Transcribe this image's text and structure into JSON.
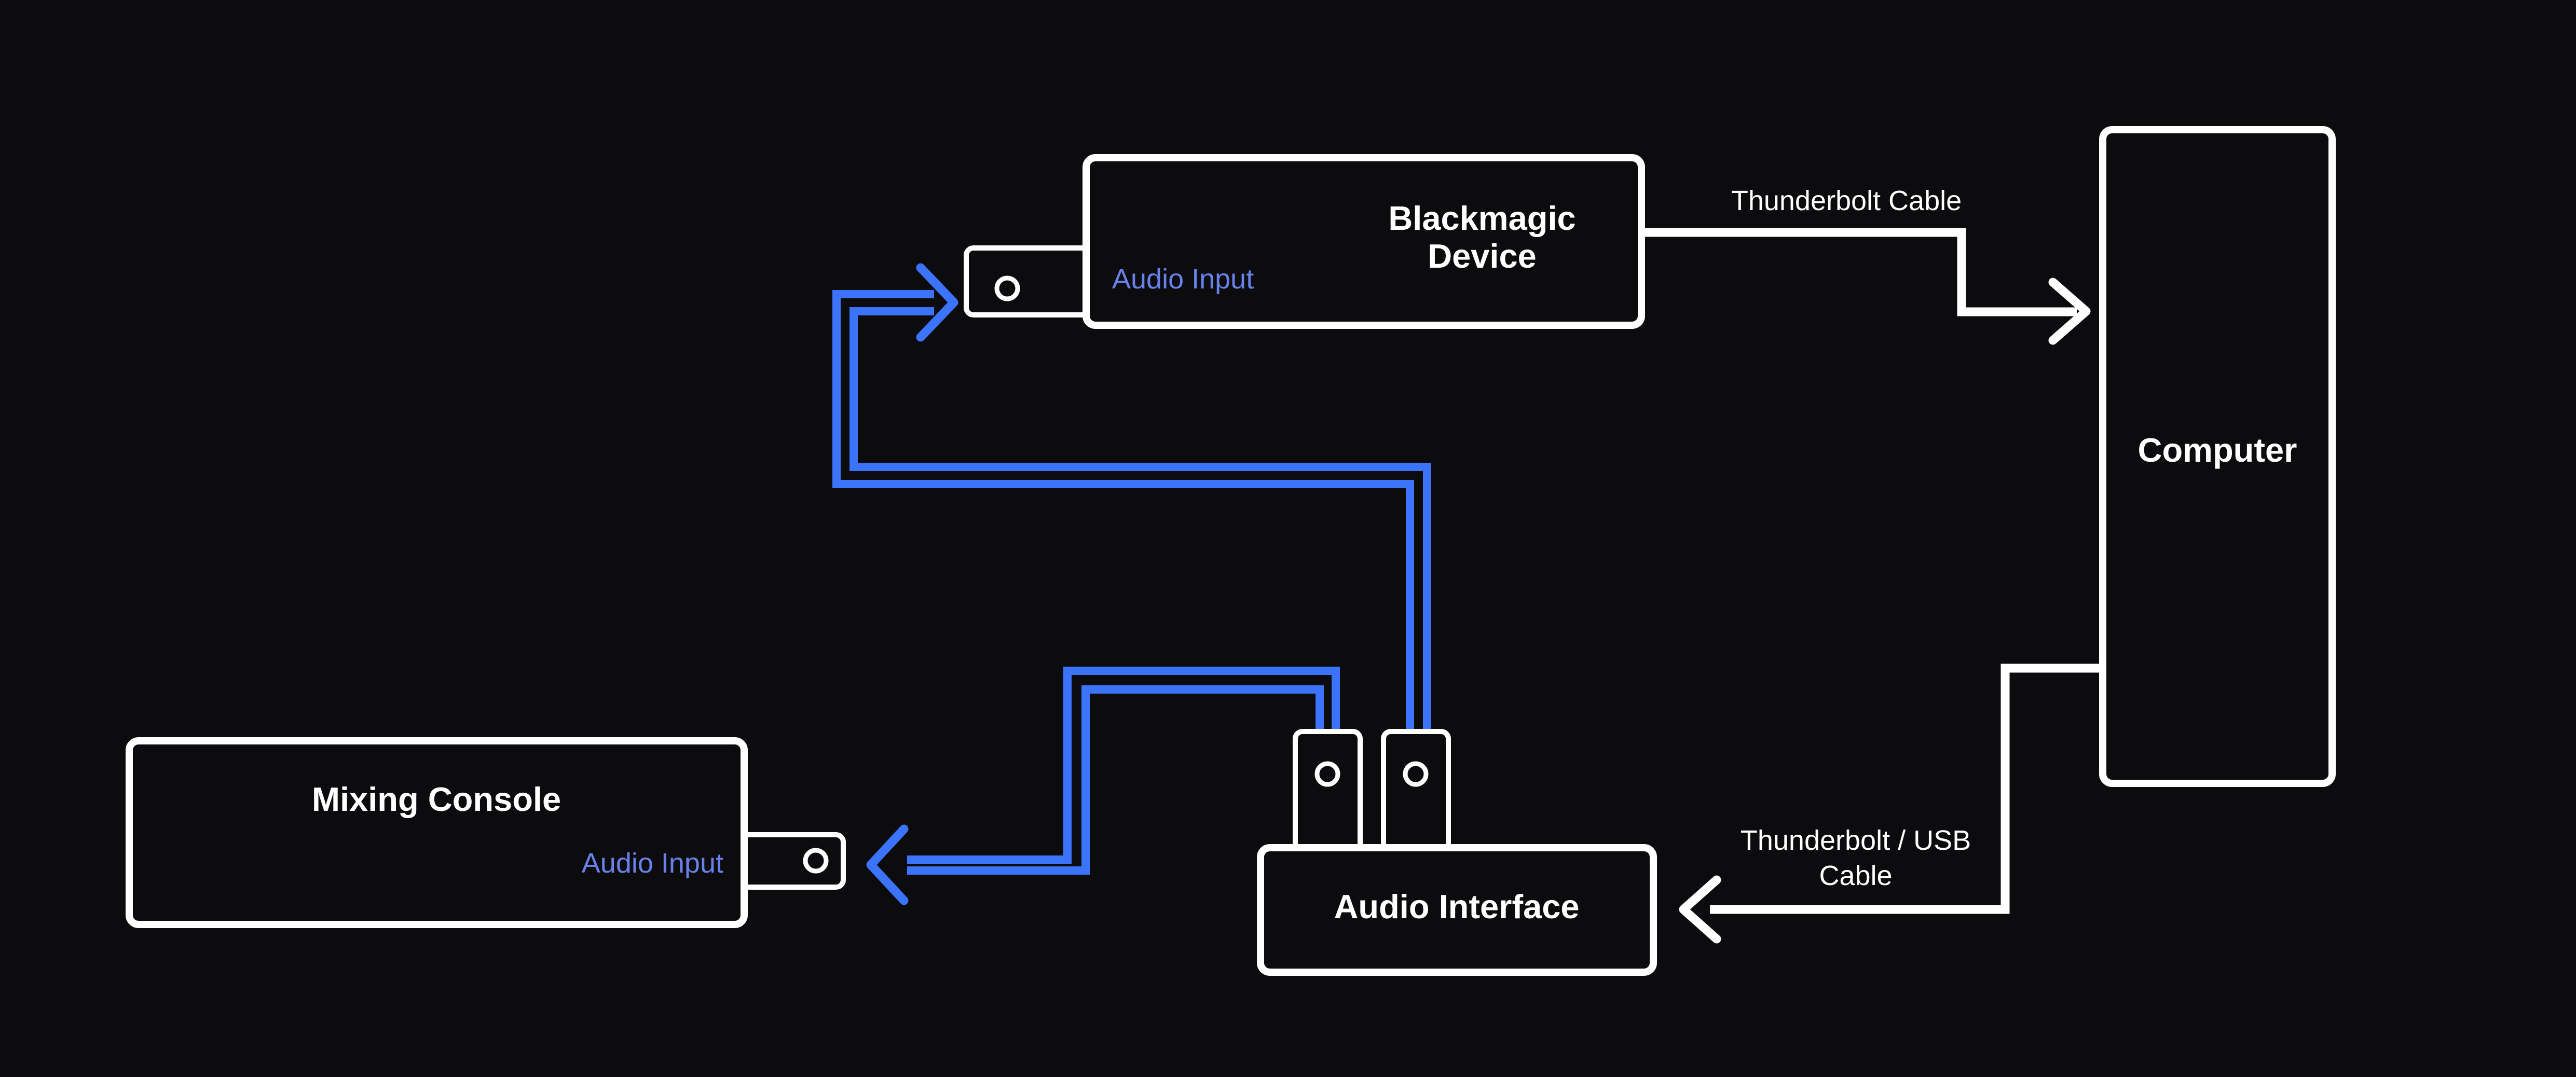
{
  "colors": {
    "background": "#0c0c0e",
    "cable_blue": "#3B73FA",
    "port_label_blue": "#6982EB",
    "cable_white": "#FFFFFF"
  },
  "nodes": {
    "blackmagic": {
      "title_line1": "Blackmagic",
      "title_line2": "Device",
      "port_label": "Audio Input"
    },
    "computer": {
      "title": "Computer"
    },
    "audio_interface": {
      "title": "Audio Interface"
    },
    "mixing_console": {
      "title": "Mixing Console",
      "port_label": "Audio Input"
    }
  },
  "cables": {
    "thunderbolt": {
      "label": "Thunderbolt Cable"
    },
    "thunderbolt_usb": {
      "label_line1": "Thunderbolt / USB",
      "label_line2": "Cable"
    }
  }
}
